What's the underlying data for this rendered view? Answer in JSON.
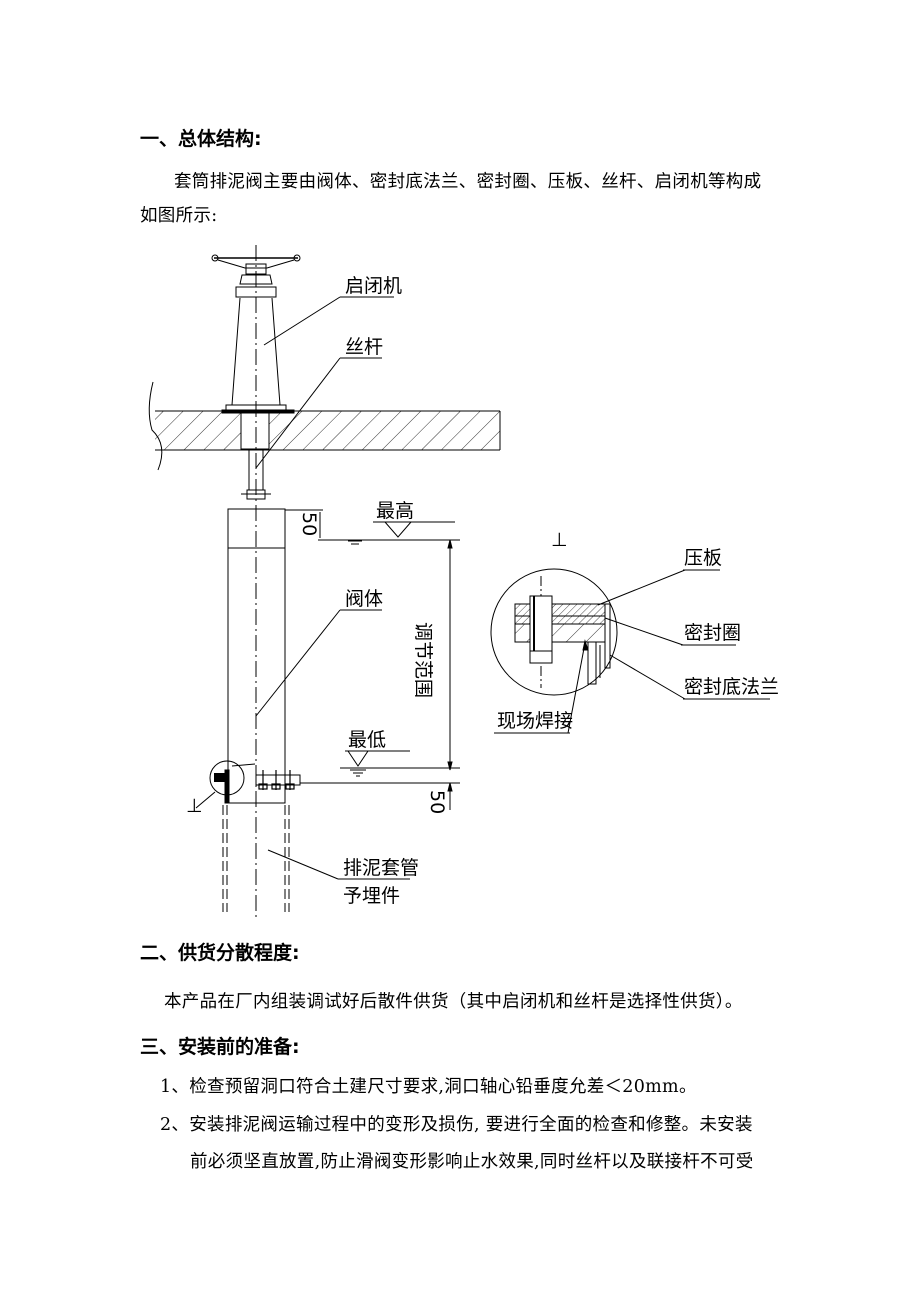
{
  "section1": {
    "heading": "一、总体结构:",
    "para_line1": "套筒排泥阀主要由阀体、密封底法兰、密封圈、压板、丝杆、启闭机等构成",
    "para_line2": "如图所示:"
  },
  "diagram": {
    "labels": {
      "actuator": "启闭机",
      "screw_rod": "丝杆",
      "valve_body": "阀体",
      "pipe_line1": "排泥套管",
      "pipe_line2": "予埋件",
      "highest": "最高",
      "lowest": "最低",
      "adjust_range": "调节范围",
      "dim_top": "50",
      "dim_bottom": "50",
      "section_mark": "⊥",
      "section_mark_detail": "⊥"
    },
    "detail": {
      "pressure_plate": "压板",
      "seal_ring": "密封圈",
      "seal_flange": "密封底法兰",
      "field_weld": "现场焊接"
    }
  },
  "section2": {
    "heading": "二、供货分散程度:",
    "para": "本产品在厂内组装调试好后散件供货（其中启闭机和丝杆是选择性供货）。"
  },
  "section3": {
    "heading": "三、安装前的准备:",
    "items": [
      {
        "text": "1、检查预留洞口符合土建尺寸要求,洞口轴心铅垂度允差＜20mm。"
      },
      {
        "text": "2、安装排泥阀运输过程中的变形及损伤, 要进行全面的检查和修整。未安装"
      },
      {
        "text": "前必须坚直放置,防止滑阀变形影响止水效果,同时丝杆以及联接杆不可受"
      }
    ]
  }
}
